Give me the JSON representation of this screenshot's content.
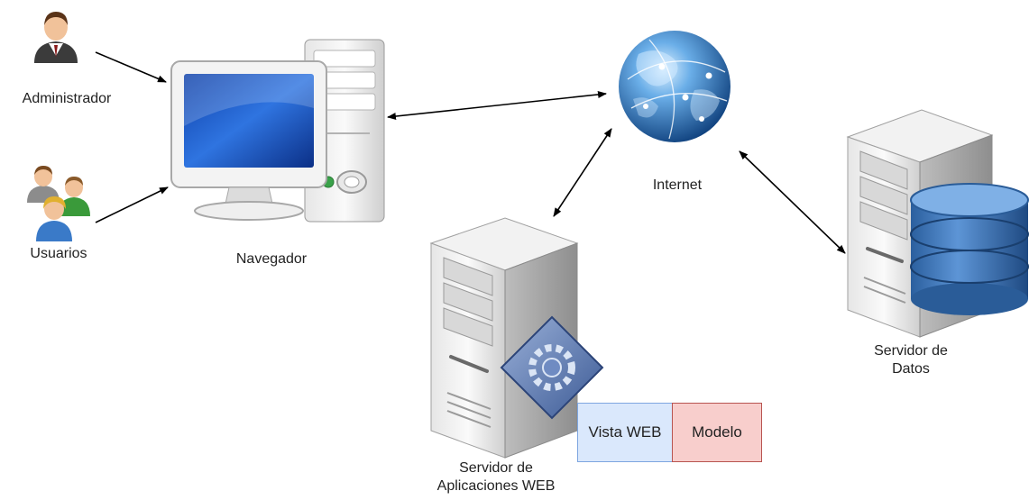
{
  "labels": {
    "administrador": "Administrador",
    "usuarios": "Usuarios",
    "navegador": "Navegador",
    "internet": "Internet",
    "servidor_datos": "Servidor de\nDatos",
    "servidor_aplicaciones": "Servidor de\nAplicaciones WEB"
  },
  "boxes": {
    "vista_web": "Vista WEB",
    "modelo": "Modelo"
  },
  "colors": {
    "vista_web_fill": "#dae8fc",
    "modelo_fill": "#f8cecc",
    "arrow": "#000000"
  },
  "icons": [
    "admin-user-icon",
    "users-group-icon",
    "desktop-computer-icon",
    "globe-icon",
    "web-server-icon",
    "gear-app-icon",
    "data-server-icon",
    "database-icon"
  ]
}
